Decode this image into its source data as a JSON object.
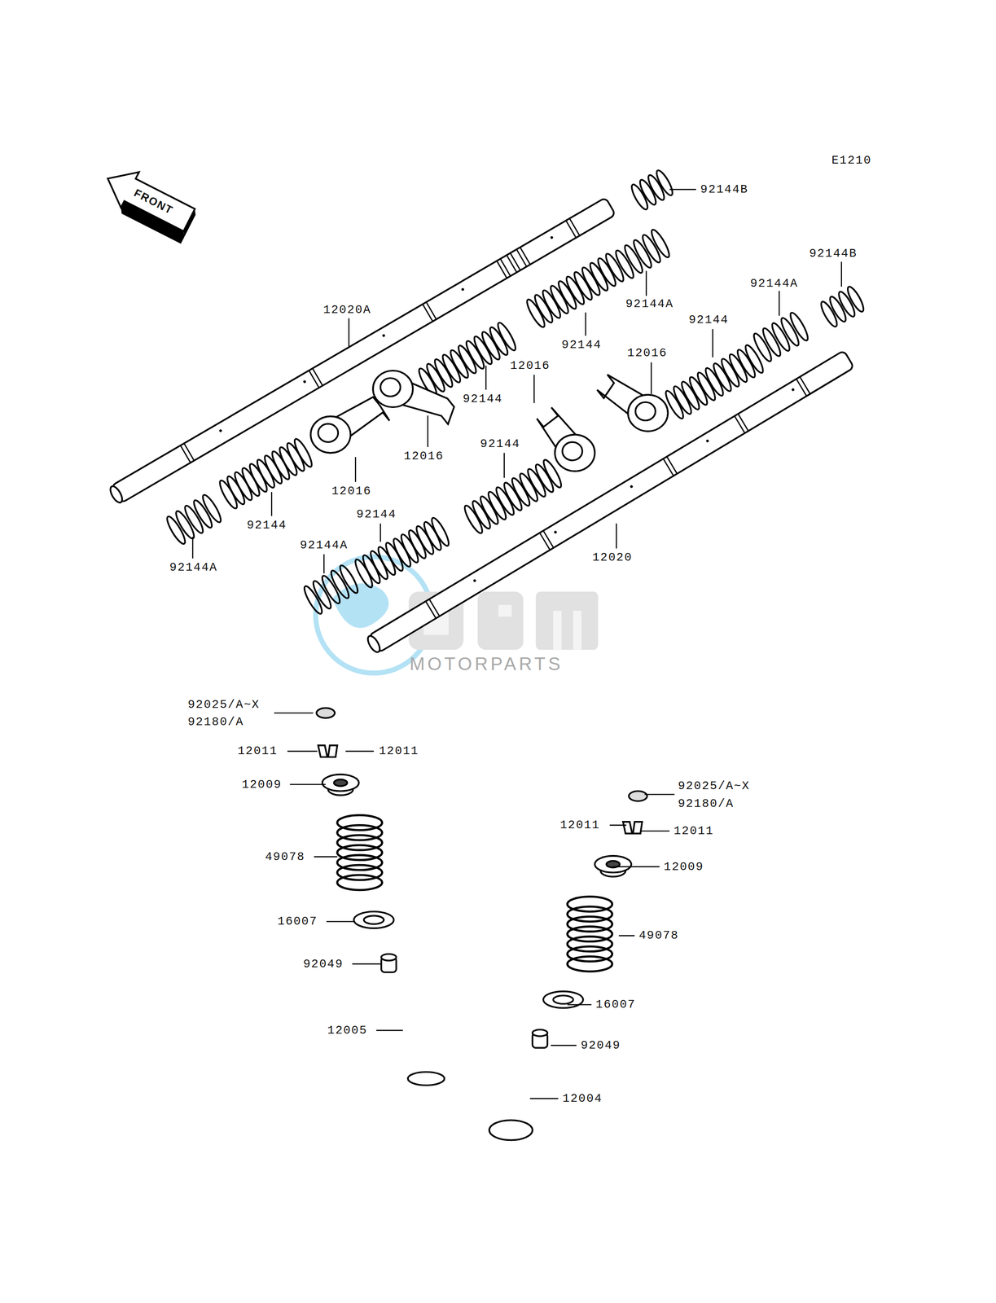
{
  "diagram": {
    "labels": [
      "E1210",
      "FRONT",
      "92144B",
      "92144B",
      "12020A",
      "92144A",
      "92144A",
      "92144",
      "92144",
      "12016",
      "12016",
      "92144",
      "12016",
      "92144",
      "12016",
      "92144",
      "92144A",
      "92144",
      "92144A",
      "12020",
      "MOTORPARTS",
      "92025/A~X",
      "92180/A",
      "12011",
      "12011",
      "12009",
      "49078",
      "16007",
      "92049",
      "12005",
      "92025/A~X",
      "92180/A",
      "12011",
      "12011",
      "12009",
      "49078",
      "16007",
      "92049",
      "12004"
    ]
  }
}
